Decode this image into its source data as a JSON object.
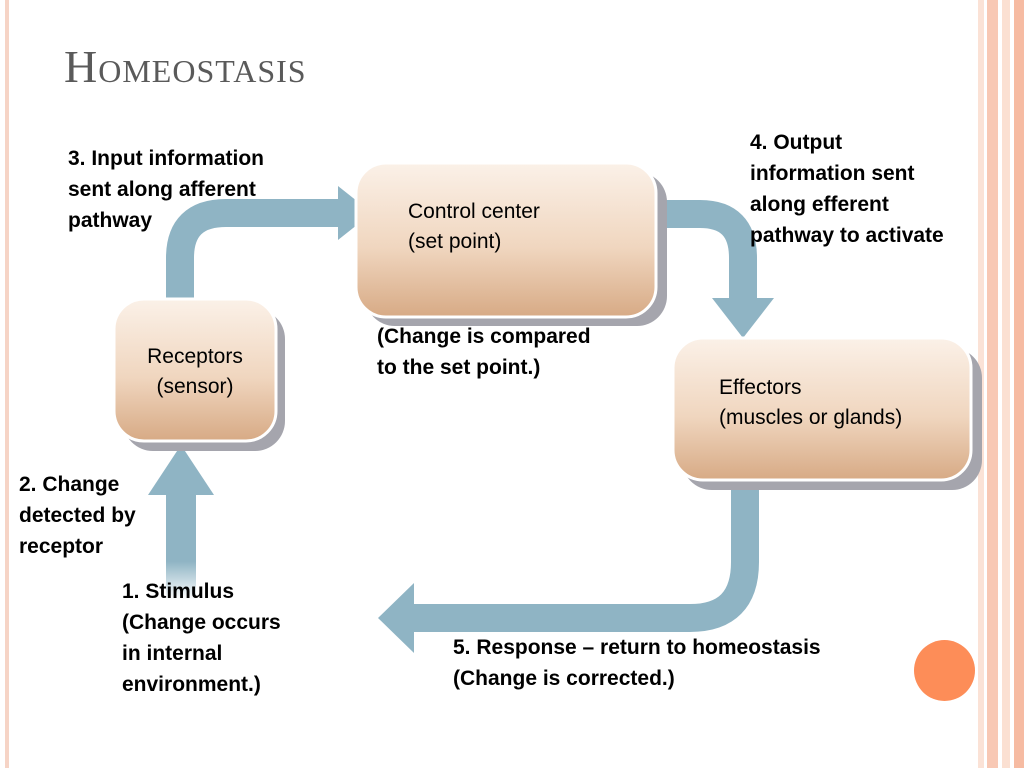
{
  "title": "Homeostasis",
  "nodes": {
    "control_center": {
      "line1": "Control center",
      "line2": "(set point)"
    },
    "receptors": {
      "line1": "Receptors",
      "line2": "(sensor)"
    },
    "effectors": {
      "line1": "Effectors",
      "line2": "(muscles or glands)"
    }
  },
  "steps": {
    "step1": [
      "1. Stimulus",
      "(Change occurs",
      "in internal",
      "environment.)"
    ],
    "step2": [
      "2. Change",
      "detected by",
      "receptor"
    ],
    "step3": [
      "3. Input information",
      "sent along afferent",
      "pathway"
    ],
    "step4": [
      "4. Output",
      "information sent",
      "along efferent",
      "pathway to activate"
    ],
    "step5": [
      "5. Response – return to homeostasis",
      "(Change is corrected.)"
    ],
    "compare": [
      "(Change is compared",
      "to the set point.)"
    ]
  },
  "colors": {
    "arrow": "#8fb4c4",
    "box_top": "#fbf1e8",
    "box_bottom": "#dbb08c",
    "shadow": "#a5a5ad",
    "title": "#5a5a5a",
    "accent_dot": "#fd8d58"
  }
}
